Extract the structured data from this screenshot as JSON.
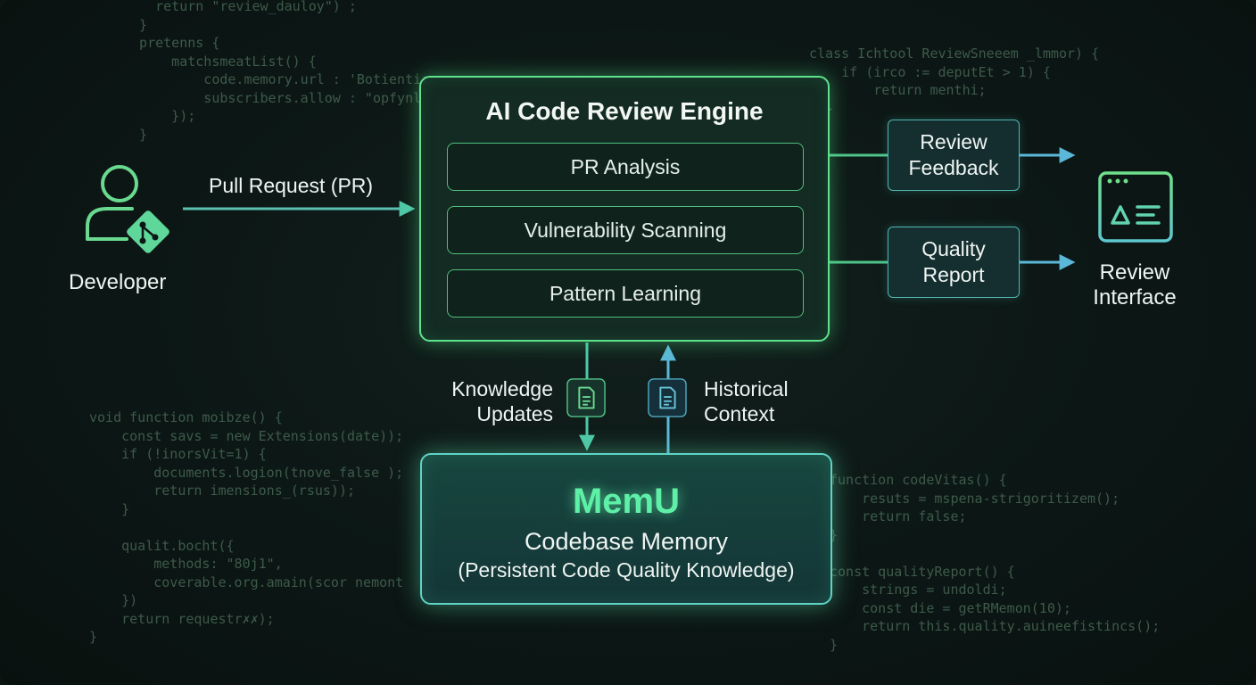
{
  "background_code": {
    "top_left": [
      "    return \"review_dauloy\") ;",
      "  }",
      "  pretenns {",
      "      matchsmeatList() {",
      "          code.memory.url : 'Botientir",
      "          subscribers.allow : \"opfynl",
      "      });",
      "  }"
    ],
    "top_right": [
      "class Ichtool ReviewSneeem _lmmor) {",
      "    if (irco := deputEt > 1) {",
      "        return menthi;",
      "  }"
    ],
    "bottom_left": [
      "void function moibze() {",
      "    const savs = new Extensions(date));",
      "    if (!inorsVit=1) {",
      "        documents.logion(tnove_false );",
      "        return imensions_(rsus));",
      "    }",
      "",
      "    qualit.bocht({",
      "        methods: \"80j1\",",
      "        coverable.org.amain(scor nemont",
      "    })",
      "    return requestr✗✗);",
      "}"
    ],
    "bottom_right": [
      "function codeVitas() {",
      "    resuts = mspena-strigoritizem();",
      "    return false;",
      "}",
      "",
      "const qualityReport() {",
      "    strings = undoldi;",
      "    const die = getRMemon(10);",
      "    return this.quality.auineefistincs();",
      "}"
    ]
  },
  "developer": {
    "label": "Developer",
    "icon": "developer-git-icon",
    "arrow_label": "Pull Request (PR)"
  },
  "engine": {
    "title": "AI Code Review Engine",
    "modules": [
      "PR Analysis",
      "Vulnerability Scanning",
      "Pattern Learning"
    ]
  },
  "outputs": {
    "feedback": "Review\nFeedback",
    "report": "Quality\nReport",
    "interface_label": "Review\nInterface",
    "interface_icon": "browser-window-icon"
  },
  "flows": {
    "down_label": "Knowledge\nUpdates",
    "up_label": "Historical\nContext",
    "doc_icon": "document-icon"
  },
  "memory": {
    "title": "MemU",
    "subtitle": "Codebase Memory",
    "description": "(Persistent Code Quality Knowledge)"
  },
  "colors": {
    "green": "#5ee38c",
    "teal": "#5fd3c6",
    "arrow": "#5bb8d8",
    "code": "#3d5a4a"
  }
}
